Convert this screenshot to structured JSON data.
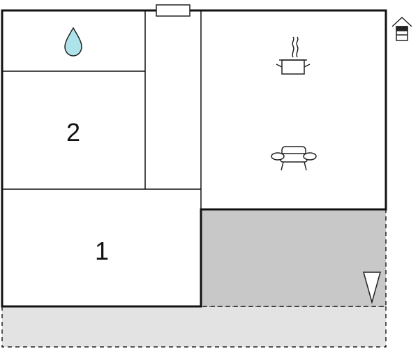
{
  "floorplan": {
    "rooms": [
      {
        "id": "bathroom",
        "icon": "water-drop-icon"
      },
      {
        "id": "bedroom-2",
        "label": "2"
      },
      {
        "id": "hallway"
      },
      {
        "id": "kitchen-living",
        "icons": [
          "cooking-pot-icon",
          "sofa-icon"
        ]
      },
      {
        "id": "bedroom-1",
        "label": "1"
      },
      {
        "id": "terrace",
        "fill": "#c8c8c8"
      },
      {
        "id": "outdoor-strip",
        "fill": "#e3e3e3"
      }
    ],
    "entrance_icon": "house-entrance-icon",
    "north_icon": "north-arrow-icon",
    "colors": {
      "wall": "#111111",
      "terrace": "#c8c8c8",
      "outdoor": "#e3e3e3",
      "water": "#aee3ea"
    }
  }
}
